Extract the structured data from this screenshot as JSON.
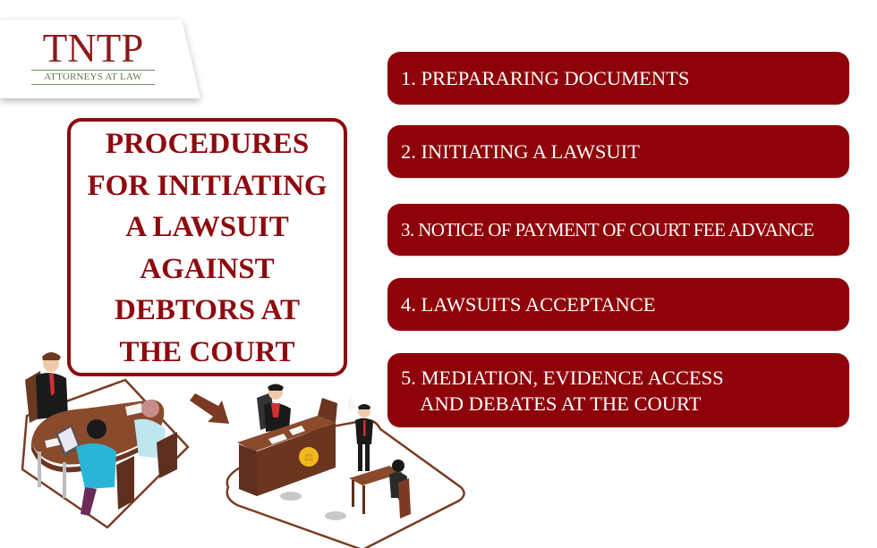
{
  "logo": {
    "title": "TNTP",
    "subtitle": "ATTORNEYS AT LAW"
  },
  "heading": {
    "text": "PROCEDURES\nFOR INITIATING\nA LAWSUIT\nAGAINST\nDEBTORS AT\nTHE COURT"
  },
  "steps": [
    {
      "label": "1. PREPARARING DOCUMENTS"
    },
    {
      "label": "2. INITIATING A LAWSUIT"
    },
    {
      "label": "3. NOTICE OF PAYMENT OF COURT FEE ADVANCE"
    },
    {
      "label": "4. LAWSUITS ACCEPTANCE"
    },
    {
      "label": "5. MEDIATION, EVIDENCE ACCESS\n    AND DEBATES AT THE COURT"
    }
  ],
  "illustrations": {
    "meeting": "meeting-table-illustration",
    "arrow": "arrow-right-icon",
    "court": "courtroom-illustration"
  },
  "colors": {
    "brand_red": "#8e0209",
    "logo_green": "#5e7a4a",
    "illustration_brown": "#7a3b22"
  }
}
